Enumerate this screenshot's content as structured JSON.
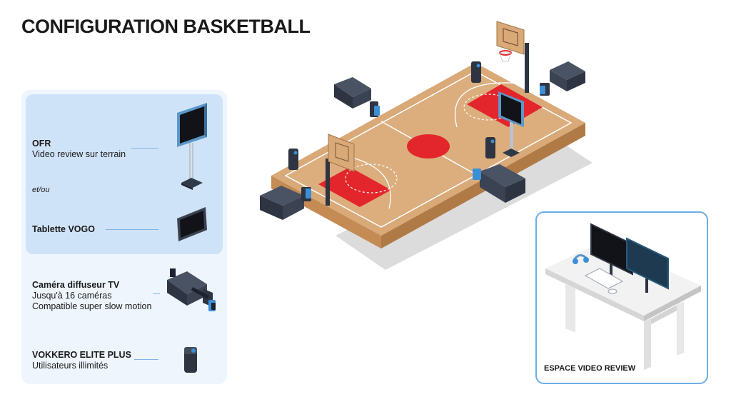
{
  "title": "CONFIGURATION BASKETBALL",
  "legend": {
    "ofr": {
      "name": "OFR",
      "desc": "Video review sur terrain"
    },
    "separator": "et/ou",
    "tablet": {
      "name": "Tablette VOGO"
    },
    "tv_camera": {
      "name": "Caméra diffuseur TV",
      "line1": "Jusqu'à 16 caméras",
      "line2": "Compatible super slow motion"
    },
    "vokkero": {
      "name": "VOKKERO ELITE PLUS",
      "desc": "Utilisateurs illimités"
    }
  },
  "review": {
    "label": "ESPACE VIDEO REVIEW"
  },
  "colors": {
    "accent_blue": "#7fb4e6",
    "panel_light": "#eef5fd",
    "panel_highlight": "#cfe3f8",
    "court_wood": "#d9a978",
    "court_paint": "#e3262b",
    "device_dark": "#2e3441",
    "review_border": "#6aaee8"
  }
}
